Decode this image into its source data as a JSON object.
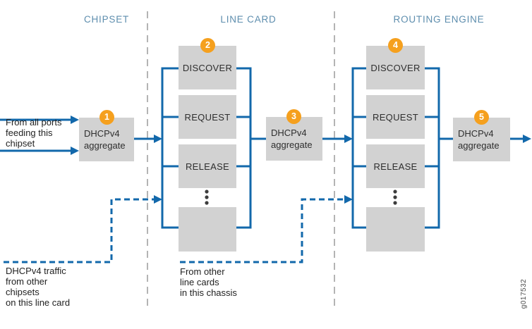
{
  "diagram": {
    "watermark": "g017532",
    "colors": {
      "flow_blue": "#1268ab",
      "badge_orange": "#f5a01e",
      "box_gray": "#d2d2d2",
      "header_blue": "#5e8eae",
      "divider_gray": "#b4b4b4",
      "dots_dark": "#3c3c3c",
      "text_dark": "#222222"
    },
    "sections": [
      {
        "label": "CHIPSET"
      },
      {
        "label": "LINE CARD"
      },
      {
        "label": "ROUTING ENGINE"
      }
    ],
    "chipset": {
      "input_note": "From all ports\nfeeding this\nchipset",
      "aggregate": {
        "badge": "1",
        "label": "DHCPv4\naggregate"
      },
      "external_note": "DHCPv4 traffic\nfrom other\nchipsets\non this line card"
    },
    "linecard": {
      "badge": "2",
      "messages": [
        {
          "label": "DISCOVER"
        },
        {
          "label": "REQUEST"
        },
        {
          "label": "RELEASE"
        },
        {
          "label": ""
        }
      ],
      "aggregate": {
        "badge": "3",
        "label": "DHCPv4\naggregate"
      },
      "external_note": "From other\nline cards\nin this chassis"
    },
    "routing_engine": {
      "badge": "4",
      "messages": [
        {
          "label": "DISCOVER"
        },
        {
          "label": "REQUEST"
        },
        {
          "label": "RELEASE"
        },
        {
          "label": ""
        }
      ],
      "aggregate": {
        "badge": "5",
        "label": "DHCPv4\naggregate"
      }
    }
  }
}
